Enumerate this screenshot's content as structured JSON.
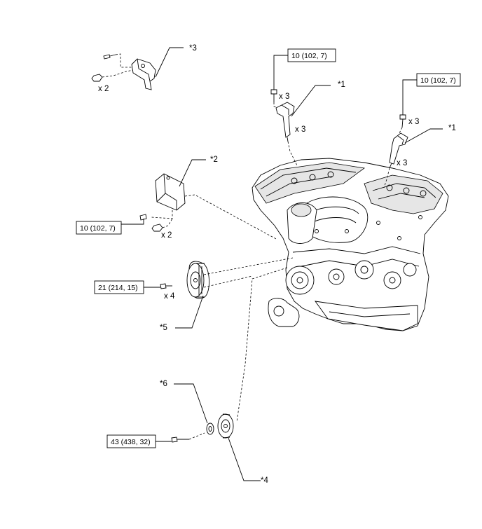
{
  "torque_specs": {
    "coil_left": "10 (102, 7)",
    "coil_right": "10 (102, 7)",
    "ecu": "10 (102, 7)",
    "pulley": "21 (214, 15)",
    "idler": "43 (438, 32)"
  },
  "callouts": {
    "bracket": "*3",
    "coil_left": "*1",
    "coil_right": "*1",
    "ecu": "*2",
    "pulley": "*5",
    "collar": "*6",
    "idler": "*4"
  },
  "quantities": {
    "bracket_nut": "x 2",
    "coil_left_bolt": "x 3",
    "coil_left_coil": "x 3",
    "coil_right_bolt": "x 3",
    "coil_right_coil": "x 3",
    "ecu_nut": "x 2",
    "pulley_bolt": "x 4"
  }
}
